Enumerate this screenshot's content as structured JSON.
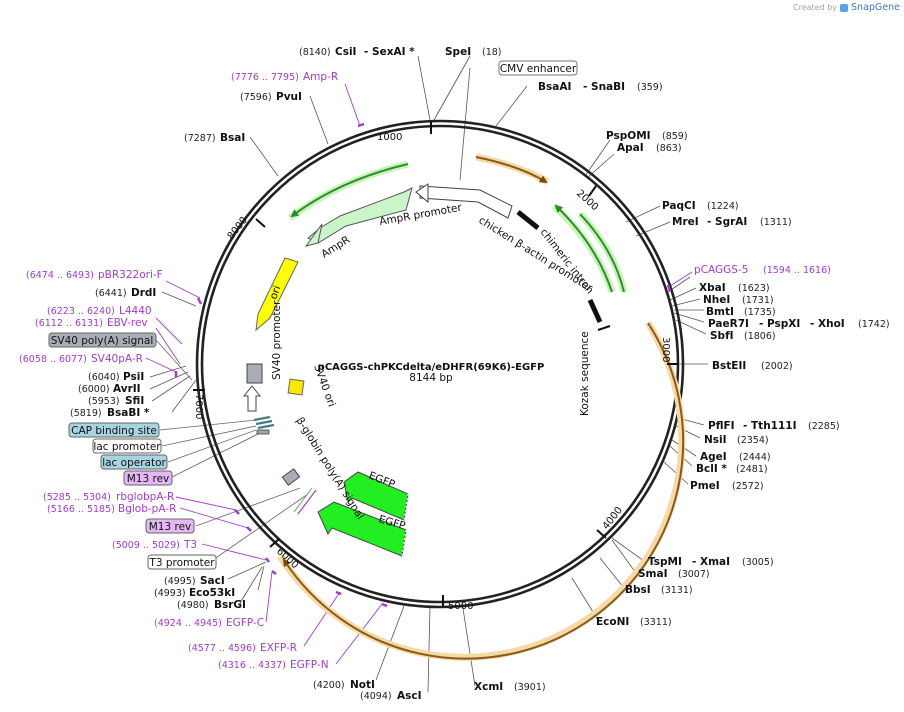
{
  "credit": {
    "prefix": "Created by",
    "brand": "SnapGene"
  },
  "plasmid": {
    "name": "pCAGGS-chPKCdelta/eDHFR(69K6)-EGFP",
    "length_label": "8144 bp",
    "length": 8144
  },
  "ticks": [
    "1000",
    "2000",
    "3000",
    "4000",
    "5000",
    "6000",
    "7000",
    "8000"
  ],
  "features": [
    {
      "name": "CMV enhancer",
      "boxed": true
    },
    {
      "name": "chicken β-actin promoter"
    },
    {
      "name": "chimeric intron"
    },
    {
      "name": "Kozak sequence"
    },
    {
      "name": "EGFP"
    },
    {
      "name": "EGFP"
    },
    {
      "name": "β-globin poly(A) signal"
    },
    {
      "name": "SV40 ori"
    },
    {
      "name": "SV40 promoter"
    },
    {
      "name": "ori"
    },
    {
      "name": "AmpR"
    },
    {
      "name": "AmpR promoter"
    }
  ],
  "sites": [
    {
      "name": "CsiI",
      "pos": "(8140)"
    },
    {
      "name": "- SexAI *"
    },
    {
      "name": "SpeI",
      "pos": "(18)"
    },
    {
      "name": "BsaAI",
      "pos": "(359)"
    },
    {
      "name": "- SnaBI"
    },
    {
      "name": "PspOMI",
      "pos": "(859)"
    },
    {
      "name": "ApaI",
      "pos": "(863)"
    },
    {
      "name": "PaqCI",
      "pos": "(1224)"
    },
    {
      "name": "MreI",
      "pos": "(1311)"
    },
    {
      "name": "- SgrAI"
    },
    {
      "name": "XbaI",
      "pos": "(1623)"
    },
    {
      "name": "NheI",
      "pos": "(1731)"
    },
    {
      "name": "BmtI",
      "pos": "(1735)"
    },
    {
      "name": "PaeR7I",
      "pos": "(1742)"
    },
    {
      "name": "- PspXI"
    },
    {
      "name": "- XhoI"
    },
    {
      "name": "SbfI",
      "pos": "(1806)"
    },
    {
      "name": "BstEII",
      "pos": "(2002)"
    },
    {
      "name": "PflFI",
      "pos": "(2285)"
    },
    {
      "name": "- Tth111I"
    },
    {
      "name": "NsiI",
      "pos": "(2354)"
    },
    {
      "name": "AgeI",
      "pos": "(2444)"
    },
    {
      "name": "BclI *",
      "pos": "(2481)"
    },
    {
      "name": "PmeI",
      "pos": "(2572)"
    },
    {
      "name": "TspMI",
      "pos": "(3005)"
    },
    {
      "name": "- XmaI"
    },
    {
      "name": "SmaI",
      "pos": "(3007)"
    },
    {
      "name": "BbsI",
      "pos": "(3131)"
    },
    {
      "name": "EcoNI",
      "pos": "(3311)"
    },
    {
      "name": "XcmI",
      "pos": "(3901)"
    },
    {
      "name": "AscI",
      "pos": "(4094)"
    },
    {
      "name": "NotI",
      "pos": "(4200)"
    },
    {
      "name": "BsrGI",
      "pos": "(4980)"
    },
    {
      "name": "Eco53kI",
      "pos": "(4993)"
    },
    {
      "name": "SacI",
      "pos": "(4995)"
    },
    {
      "name": "BsaBI *",
      "pos": "(5819)"
    },
    {
      "name": "SfiI",
      "pos": "(5953)"
    },
    {
      "name": "AvrII",
      "pos": "(6000)"
    },
    {
      "name": "PsiI",
      "pos": "(6040)"
    },
    {
      "name": "DrdI",
      "pos": "(6441)"
    },
    {
      "name": "BsaI",
      "pos": "(7287)"
    },
    {
      "name": "PvuI",
      "pos": "(7596)"
    }
  ],
  "primers": [
    {
      "name": "pCAGGS-5",
      "pos": "(1594 .. 1616)"
    },
    {
      "name": "Amp-R",
      "pos": "(7776 .. 7795)"
    },
    {
      "name": "pBR322ori-F",
      "pos": "(6474 .. 6493)"
    },
    {
      "name": "L4440",
      "pos": "(6223 .. 6240)"
    },
    {
      "name": "EBV-rev",
      "pos": "(6112 .. 6131)"
    },
    {
      "name": "SV40pA-R",
      "pos": "(6058 .. 6077)"
    },
    {
      "name": "rbglobpA-R",
      "pos": "(5285 .. 5304)"
    },
    {
      "name": "Bglob-pA-R",
      "pos": "(5166 .. 5185)"
    },
    {
      "name": "T3",
      "pos": "(5009 .. 5029)"
    },
    {
      "name": "EGFP-C",
      "pos": "(4924 .. 4945)"
    },
    {
      "name": "EXFP-R",
      "pos": "(4577 .. 4596)"
    },
    {
      "name": "EGFP-N",
      "pos": "(4316 .. 4337)"
    }
  ],
  "boxed_labels": [
    {
      "name": "SV40 poly(A) signal",
      "style": "gray"
    },
    {
      "name": "CAP binding site",
      "style": "blue"
    },
    {
      "name": "lac promoter",
      "style": "white"
    },
    {
      "name": "lac operator",
      "style": "blue"
    },
    {
      "name": "M13 rev",
      "style": "purple"
    },
    {
      "name": "M13 rev",
      "style": "purple"
    },
    {
      "name": "T3 promoter",
      "style": "white"
    }
  ],
  "colors": {
    "ampr": "#c9f5c9",
    "egfp": "#22ee22",
    "ori": "#ffff00",
    "orf_arrow": "#b87a1a",
    "primer": "#a23cc8"
  }
}
